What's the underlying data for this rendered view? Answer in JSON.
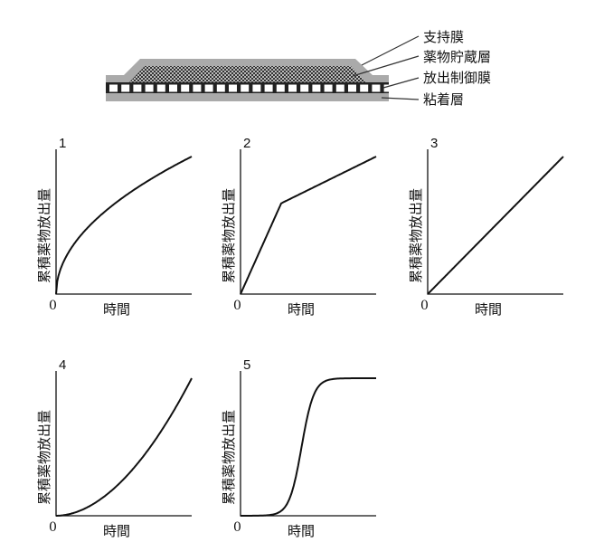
{
  "patch_diagram": {
    "labels": [
      "支持膜",
      "薬物貯蔵層",
      "放出制御膜",
      "粘着層"
    ]
  },
  "axis_text": {
    "ylabel": "累積薬物放出量",
    "xlabel": "時間",
    "origin": "0"
  },
  "chart_data": [
    {
      "type": "line",
      "title": "1",
      "shape": "square-root (concave)",
      "x": [
        0,
        0.25,
        0.5,
        0.75,
        1
      ],
      "y": [
        0,
        0.5,
        0.71,
        0.87,
        1
      ]
    },
    {
      "type": "line",
      "title": "2",
      "shape": "biphasic linear",
      "x": [
        0,
        0.3,
        1
      ],
      "y": [
        0,
        0.66,
        1
      ]
    },
    {
      "type": "line",
      "title": "3",
      "shape": "linear",
      "x": [
        0,
        1
      ],
      "y": [
        0,
        1
      ]
    },
    {
      "type": "line",
      "title": "4",
      "shape": "convex (accelerating)",
      "x": [
        0,
        0.25,
        0.5,
        0.75,
        1
      ],
      "y": [
        0,
        0.1,
        0.3,
        0.6,
        1
      ]
    },
    {
      "type": "line",
      "title": "5",
      "shape": "sigmoid",
      "x": [
        0,
        0.25,
        0.4,
        0.5,
        0.6,
        0.75,
        1
      ],
      "y": [
        0,
        0.02,
        0.3,
        0.7,
        0.95,
        1,
        1
      ]
    }
  ]
}
